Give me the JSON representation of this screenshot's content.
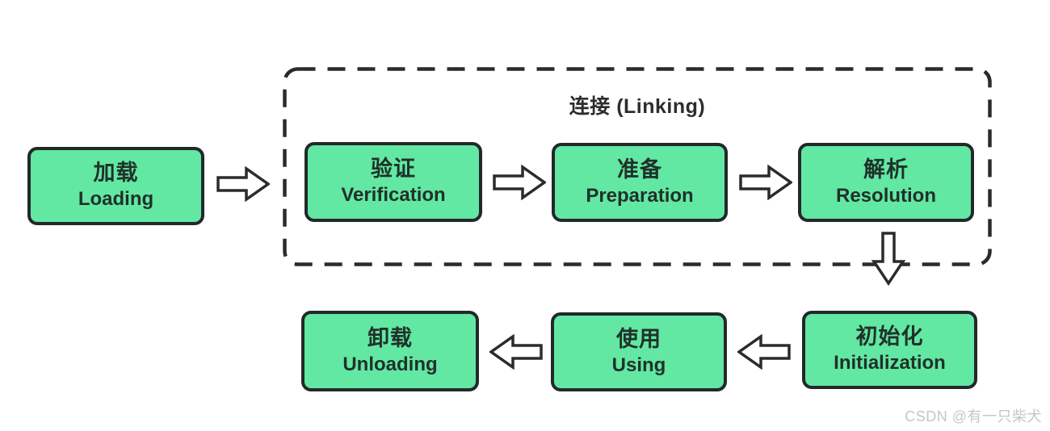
{
  "diagram": {
    "linking_group": {
      "label": "连接 (Linking)"
    },
    "stages": {
      "loading": {
        "zh": "加载",
        "en": "Loading"
      },
      "verification": {
        "zh": "验证",
        "en": "Verification"
      },
      "preparation": {
        "zh": "准备",
        "en": "Preparation"
      },
      "resolution": {
        "zh": "解析",
        "en": "Resolution"
      },
      "initialization": {
        "zh": "初始化",
        "en": "Initialization"
      },
      "using": {
        "zh": "使用",
        "en": "Using"
      },
      "unloading": {
        "zh": "卸载",
        "en": "Unloading"
      }
    },
    "watermark": "CSDN @有一只柴犬"
  },
  "colors": {
    "box_fill": "#62e8a3",
    "box_border": "#23282a",
    "box_text": "#20312a",
    "group_border": "#2b2b2b",
    "title_text": "#2d2d2d",
    "arrow_stroke": "#2b2b2b",
    "arrow_fill": "#ffffff",
    "watermark_text": "#c6c6c6",
    "background": "#ffffff"
  }
}
